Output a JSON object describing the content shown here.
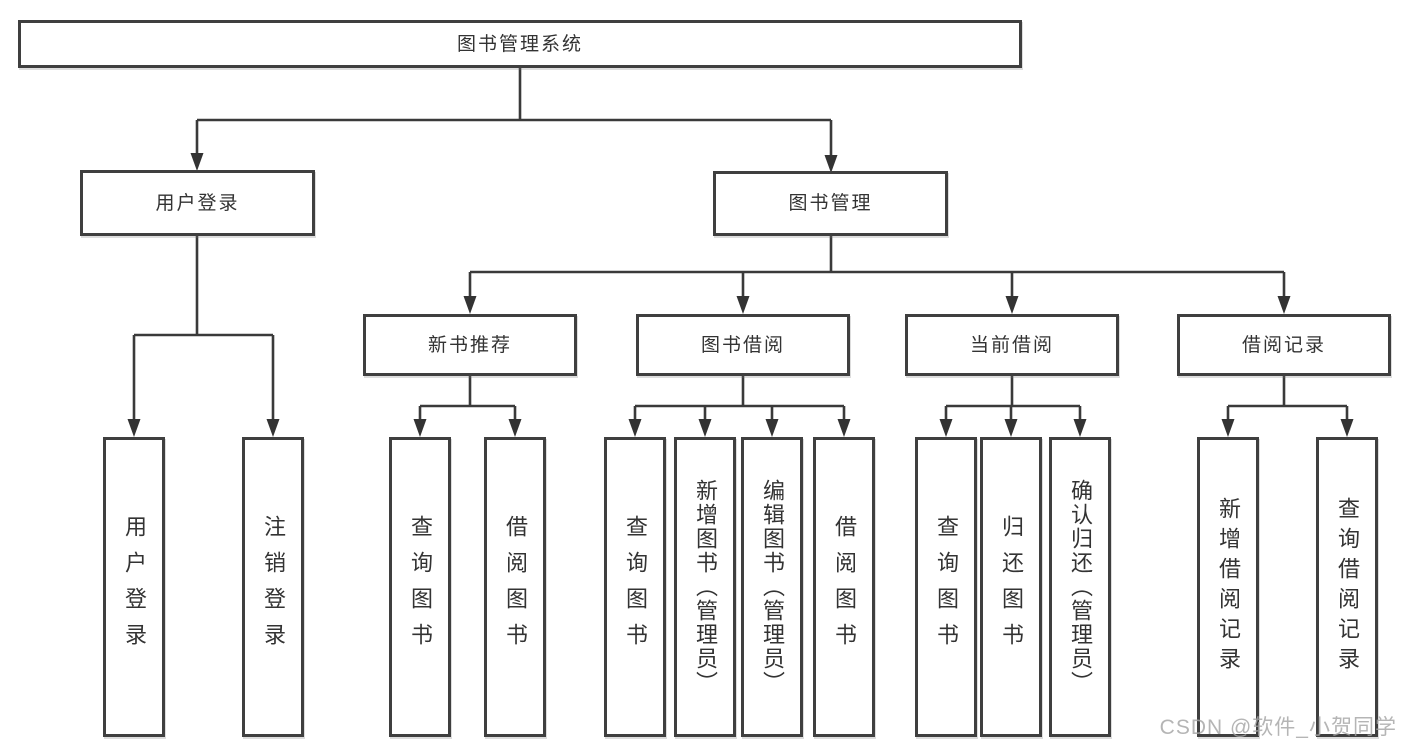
{
  "diagram": {
    "root": "图书管理系统",
    "branches": [
      {
        "label": "用户登录",
        "children": [
          "用户登录",
          "注销登录"
        ]
      },
      {
        "label": "图书管理",
        "sections": [
          {
            "label": "新书推荐",
            "children": [
              "查询图书",
              "借阅图书"
            ]
          },
          {
            "label": "图书借阅",
            "children": [
              "查询图书",
              "新增图书（管理员）",
              "编辑图书（管理员）",
              "借阅图书"
            ]
          },
          {
            "label": "当前借阅",
            "children": [
              "查询图书",
              "归还图书",
              "确认归还（管理员）"
            ]
          },
          {
            "label": "借阅记录",
            "children": [
              "新增借阅记录",
              "查询借阅记录"
            ]
          }
        ]
      }
    ]
  },
  "watermark": "CSDN @软件_小贺同学",
  "colors": {
    "line": "#3a3a3a",
    "border": "#3f3f3f",
    "text": "#333333",
    "watermark": "#a5a5a5",
    "background": "#ffffff"
  }
}
